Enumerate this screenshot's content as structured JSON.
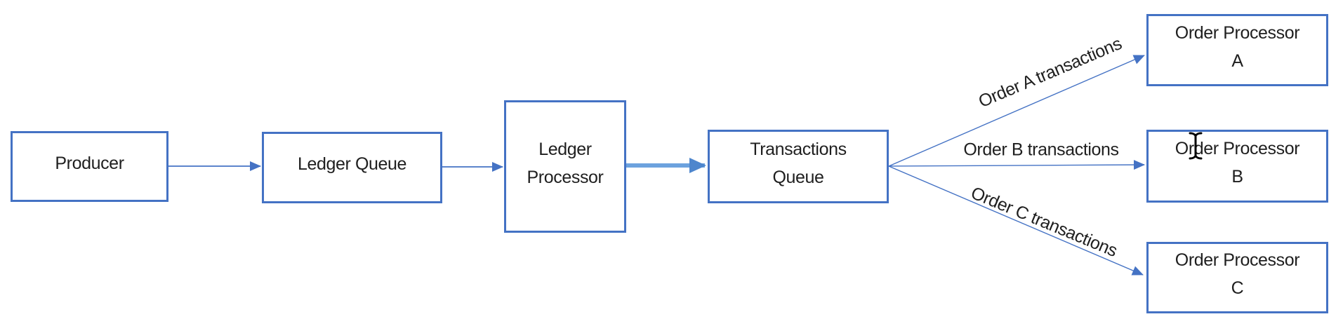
{
  "diagram": {
    "colors": {
      "box_border": "#4472C4",
      "connector": "#4472C4",
      "thick_arrow": "#6CA2DE",
      "thick_arrow_head": "#4E86CD",
      "text": "#1f1f1f",
      "background": "#ffffff"
    },
    "nodes": [
      {
        "id": "producer",
        "lines": [
          "Producer"
        ]
      },
      {
        "id": "ledger-queue",
        "lines": [
          "Ledger Queue"
        ]
      },
      {
        "id": "ledger-processor",
        "lines": [
          "Ledger",
          "Processor"
        ]
      },
      {
        "id": "transactions-queue",
        "lines": [
          "Transactions",
          "Queue"
        ]
      },
      {
        "id": "order-processor-a",
        "lines": [
          "Order Processor",
          "A"
        ]
      },
      {
        "id": "order-processor-b",
        "lines": [
          "Order Processor",
          "B"
        ]
      },
      {
        "id": "order-processor-c",
        "lines": [
          "Order Processor",
          "C"
        ]
      }
    ],
    "edge_labels": [
      {
        "id": "order-a-transactions",
        "text": "Order A transactions"
      },
      {
        "id": "order-b-transactions",
        "text": "Order B transactions"
      },
      {
        "id": "order-c-transactions",
        "text": "Order C transactions"
      }
    ],
    "cursor": {
      "type": "text-ibeam"
    }
  }
}
